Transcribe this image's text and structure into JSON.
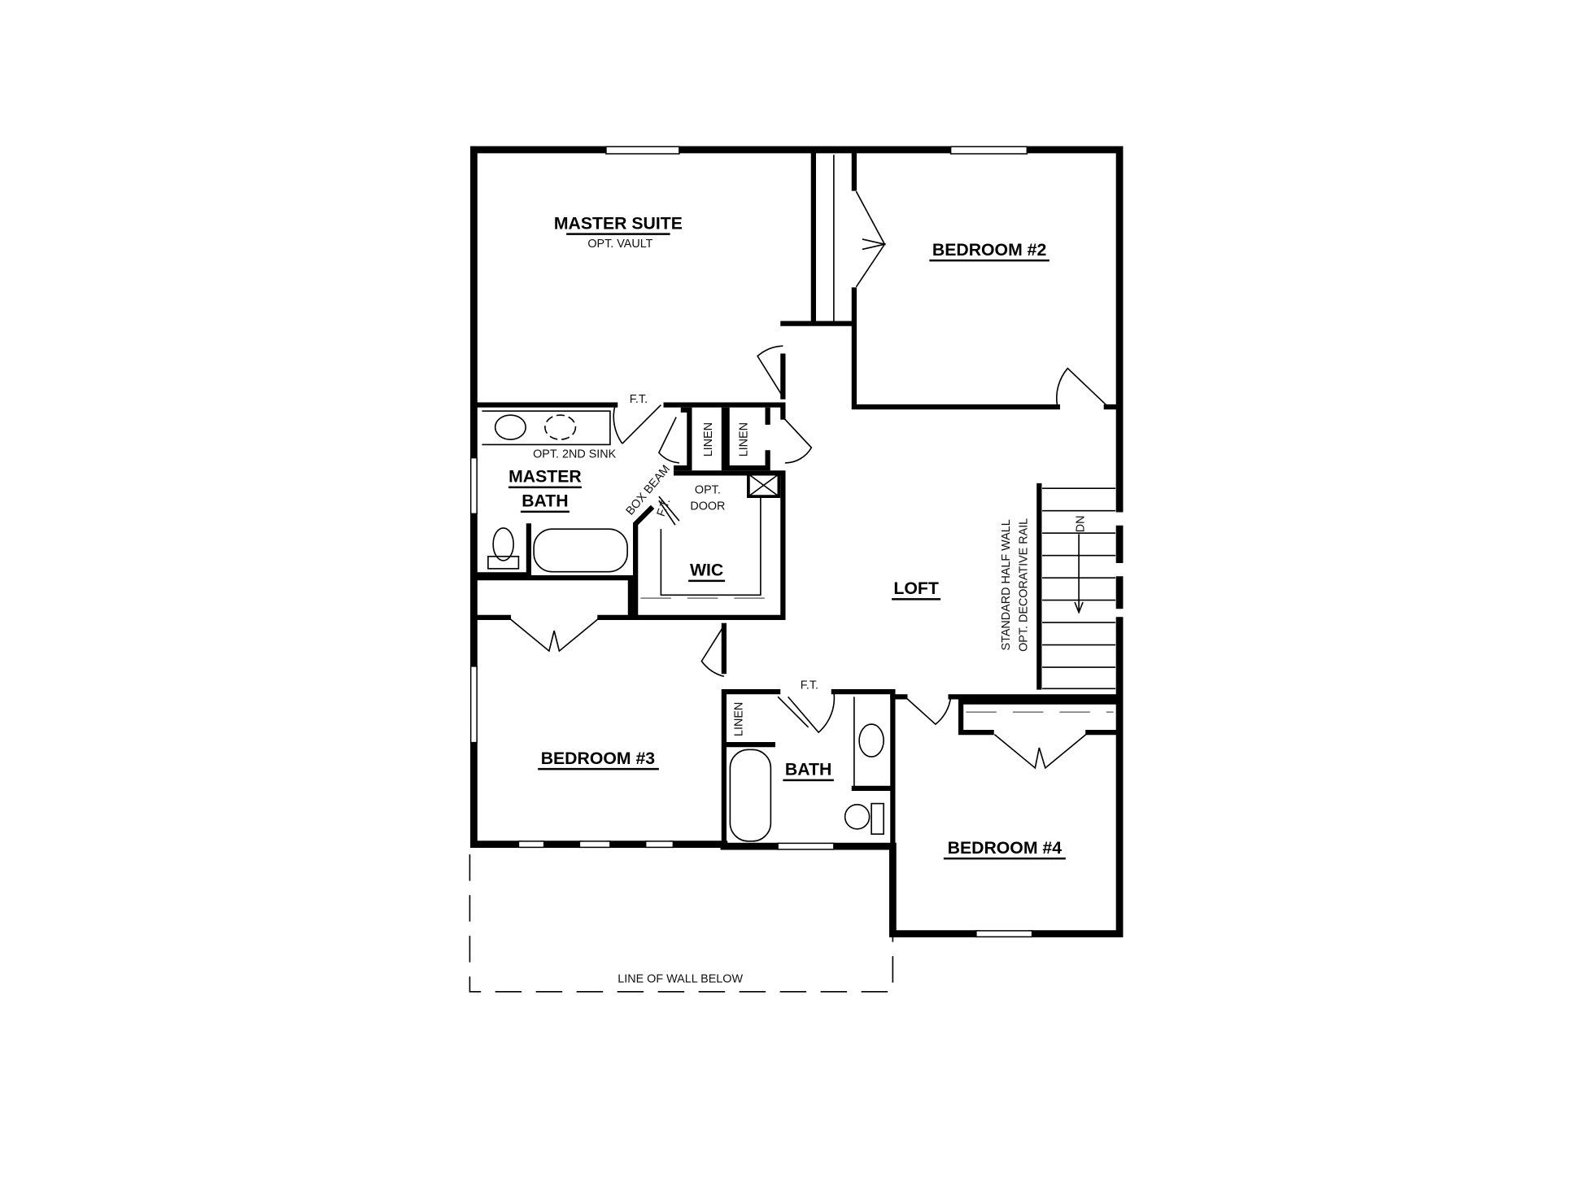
{
  "rooms": {
    "master_suite": "MASTER SUITE",
    "master_suite_note": "OPT. VAULT",
    "bedroom2": "BEDROOM #2",
    "master_bath_1": "MASTER",
    "master_bath_2": "BATH",
    "wic": "WIC",
    "loft": "LOFT",
    "bedroom3": "BEDROOM #3",
    "bath": "BATH",
    "bedroom4": "BEDROOM #4"
  },
  "notes": {
    "ft_master": "F.T.",
    "ft_bath": "F.T.",
    "ft_wic": "F.T.",
    "opt_2nd_sink": "OPT. 2ND SINK",
    "box_beam": "BOX BEAM",
    "opt_door_1": "OPT.",
    "opt_door_2": "DOOR",
    "linen_1": "LINEN",
    "linen_2": "LINEN",
    "linen_3": "LINEN",
    "half_wall": "STANDARD HALF WALL",
    "deco_rail": "OPT. DECORATIVE RAIL",
    "stairs_dn": "DN",
    "line_of_wall_below": "LINE OF WALL BELOW"
  }
}
